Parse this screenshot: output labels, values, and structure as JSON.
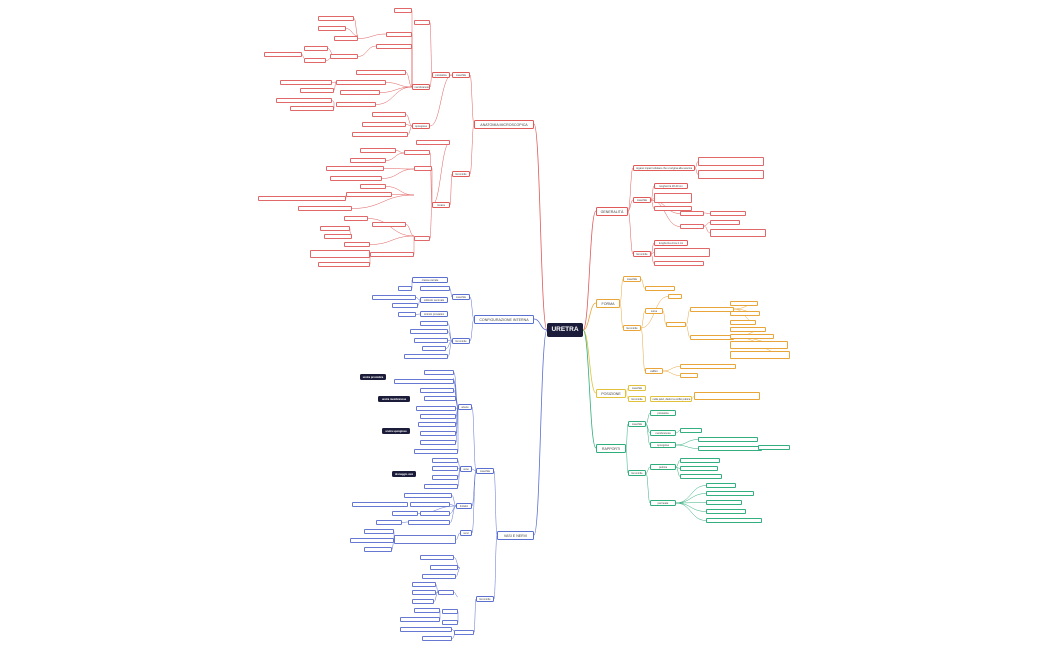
{
  "root": {
    "label": "URETRA"
  },
  "branches": {
    "anatomia": {
      "label": "ANATOMIA MICROSCOPICA",
      "color": "#e05a5a"
    },
    "generalita": {
      "label": "GENERALITÀ",
      "color": "#e05a5a"
    },
    "forma": {
      "label": "FORMA",
      "color": "#e8a63a"
    },
    "posizione": {
      "label": "POSIZIONE",
      "color": "#e2c23a"
    },
    "rapporti": {
      "label": "RAPPORTI",
      "color": "#2fae7c"
    },
    "configurazione": {
      "label": "CONFIGURAZIONE INTERNA",
      "color": "#5b6fd0"
    },
    "vasi": {
      "label": "VASI E NERVI",
      "color": "#5b6fd0"
    }
  },
  "anatomia_sub": {
    "maschile": "maschile",
    "femminile": "femminile",
    "prostatica": "prostatica",
    "membranosa": "membranosa",
    "spongiosa": "spongiosa",
    "tonaca": "tonaca"
  },
  "generalita_sub": {
    "organo": "organo impari tubolare che si origina alla vescica",
    "maschile": "maschile",
    "femminile": "femminile",
    "lunghezza_m": "lunghezza 18-20 cm",
    "lunghezza_f": "lunghezza circa 4 cm"
  },
  "forma_sub": {
    "maschile": "maschile",
    "femminile": "femminile",
    "curve": "curve",
    "calibro": "calibro"
  },
  "posizione_sub": {
    "maschile": "maschile",
    "femminile": "femminile",
    "note": "nella pelvi, dietro la sinfisi pubica"
  },
  "rapporti_sub": {
    "maschile": "maschile",
    "femminile": "femminile",
    "prostatica": "prostatica",
    "membranosa": "membranosa",
    "spongiosa": "spongiosa",
    "pelvica": "pelvica",
    "perineale": "perineale"
  },
  "config_sub": {
    "maschile": "maschile",
    "femminile": "femminile",
    "cresta": "cresta uretrale",
    "collicolo": "collicolo seminale",
    "otricolo": "otricolo prostatico"
  },
  "vasi_labels": {
    "arterie": "arterie",
    "vene": "vene",
    "linfatici": "linfatici",
    "nervi": "nervi",
    "maschile": "maschile",
    "femminile": "femminile"
  },
  "vasi_dark": {
    "prostatica": "uretra prostatica",
    "membranosa": "uretra membranosa",
    "spongiosa": "uretra spongiosa",
    "altro": "drenaggio vasi"
  },
  "colors": {
    "red": "#e05a5a",
    "orange": "#e8a63a",
    "yellow": "#e2c23a",
    "green": "#2fae7c",
    "blue": "#5b6fd0",
    "root": "#1b1b3a"
  }
}
